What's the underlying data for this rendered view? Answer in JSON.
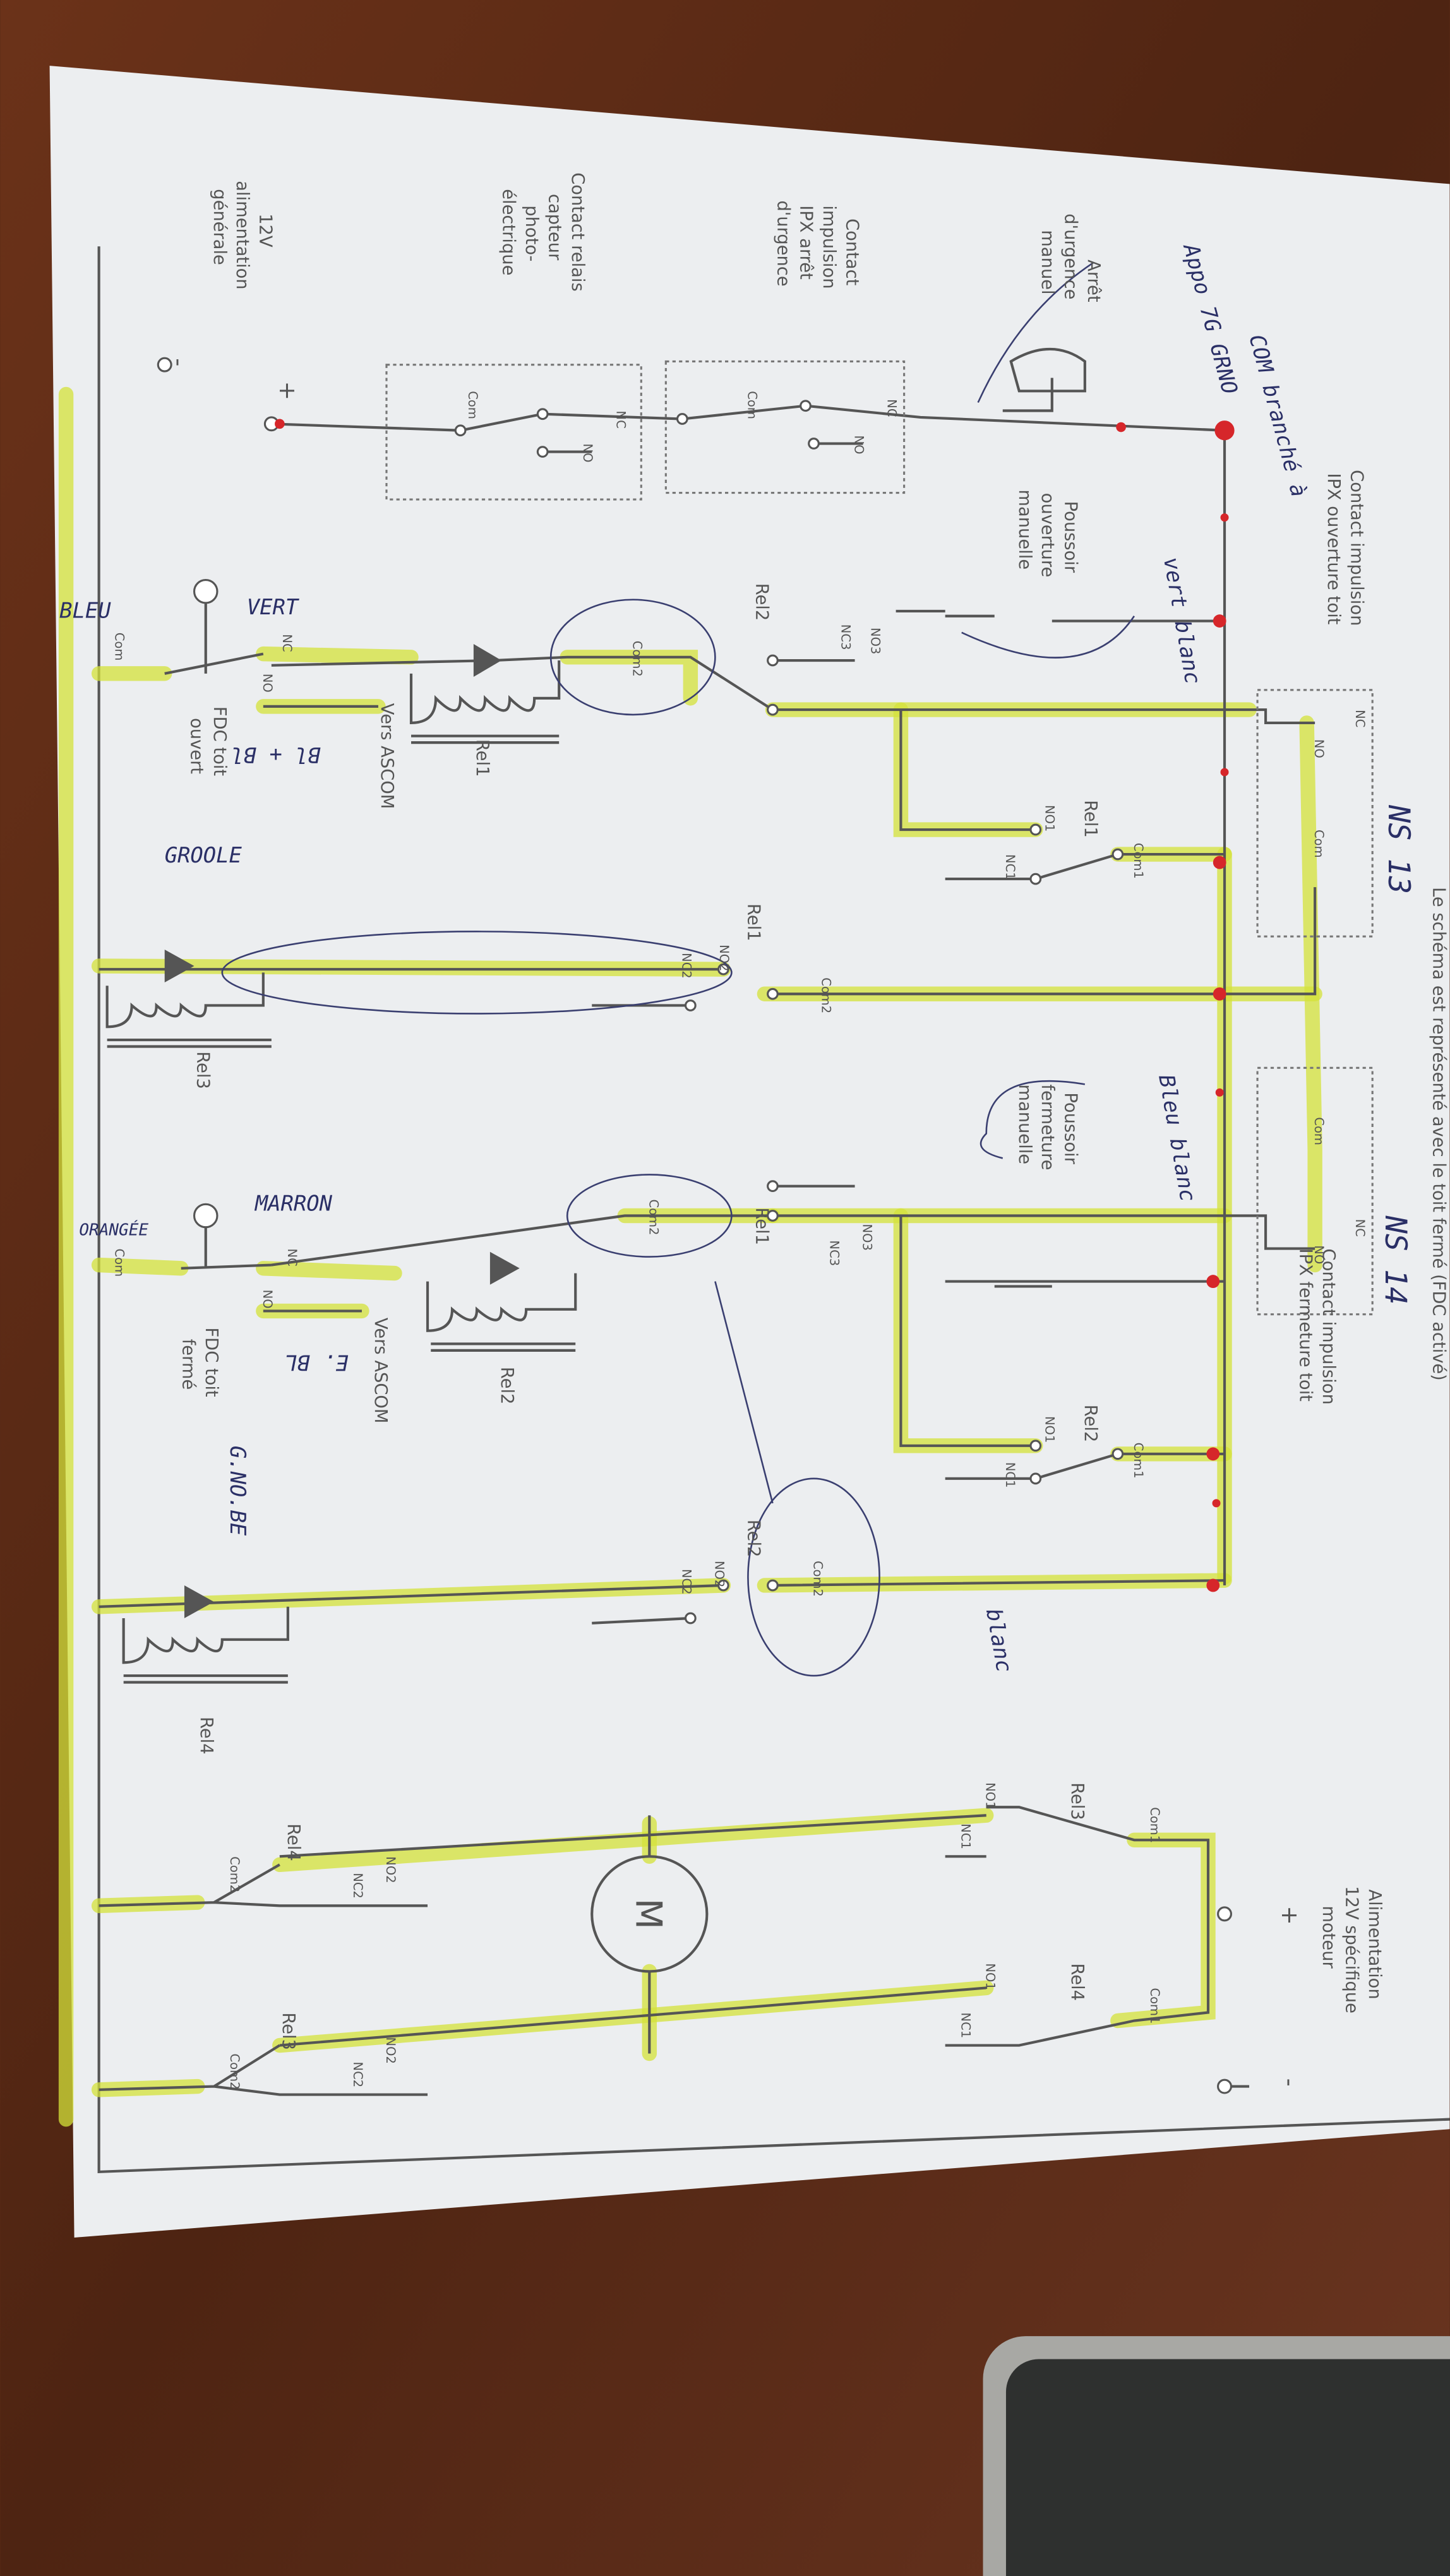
{
  "header": "Le schéma est représenté avec le toit fermé (FDC activé)",
  "labels": {
    "contact_open_1": "Contact impulsion",
    "contact_open_2": "IPX ouverture toit",
    "contact_close_1": "Contact impulsion",
    "contact_close_2": "IPX fermeture toit",
    "push_open_1": "Poussoir",
    "push_open_2": "ouverture",
    "push_open_3": "manuelle",
    "push_close_1": "Poussoir",
    "push_close_2": "fermeture",
    "push_close_3": "manuelle",
    "estop_1": "Arrêt",
    "estop_2": "d'urgence",
    "estop_3": "manuel",
    "ipx_stop_1": "Contact",
    "ipx_stop_2": "impulsion",
    "ipx_stop_3": "IPX arrêt",
    "ipx_stop_4": "d'urgence",
    "photo_1": "Contact relais",
    "photo_2": "capteur",
    "photo_3": "photo-",
    "photo_4": "électrique",
    "psu_1": "12V",
    "psu_2": "alimentation",
    "psu_3": "générale",
    "motor_psu_1": "Alimentation",
    "motor_psu_2": "12V spécifique",
    "motor_psu_3": "moteur",
    "plus": "+",
    "minus": "-",
    "fdc_open_1": "FDC toit",
    "fdc_open_2": "ouvert",
    "fdc_closed_1": "FDC toit",
    "fdc_closed_2": "fermé",
    "ascom_1": "Vers ASCOM",
    "ascom_2": "Vers ASCOM",
    "motor": "M"
  },
  "terminals": {
    "com": "Com",
    "nc": "NC",
    "no": "NO",
    "com1": "Com1",
    "com2": "Com2",
    "no1": "NO1",
    "nc1": "NC1",
    "no2": "NO2",
    "nc2": "NC2",
    "no3": "NO3",
    "nc3": "NC3"
  },
  "relays": {
    "rel1": "Rel1",
    "rel2": "Rel2",
    "rel3": "Rel3",
    "rel4": "Rel4"
  },
  "handwritten": {
    "ns13": "NS 13",
    "ns14": "NS 14",
    "com_branche": "COM branché à",
    "appo": "Appo 7G GRNO",
    "vert_blanc": "vert blanc",
    "bleu_blanc": "Bleu blanc",
    "bleu": "BLEU",
    "vert": "VERT",
    "bl_bl": "Bl + Bl",
    "groole": "GROOLE",
    "orangee": "ORANGÉE",
    "marron": "MARRON",
    "e_bl": "E. BL",
    "gno": "G.NO.BE",
    "blanc": "blanc"
  },
  "colors": {
    "highlight": "#d4e23a",
    "marker_red": "#d6262a",
    "pen": "#2a2f66",
    "paper": "#eef0f2",
    "wood": "#5a2a16"
  }
}
